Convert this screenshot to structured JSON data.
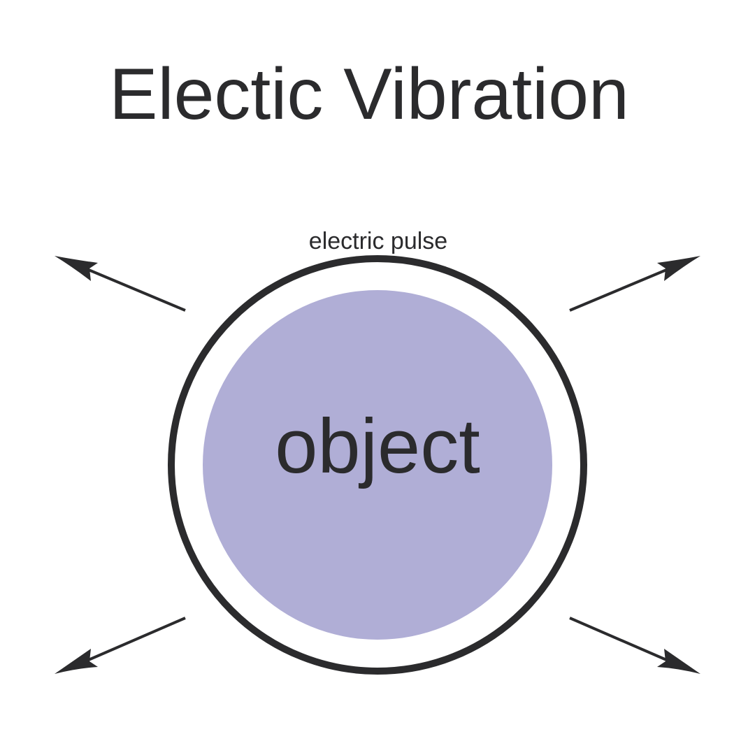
{
  "title": "Electic Vibration",
  "pulse_label": "electric pulse",
  "object_label": "object",
  "colors": {
    "ink": "#2b2b2d",
    "object_fill": "#b0aed6",
    "background": "#ffffff"
  },
  "icons": {
    "arrows": [
      "arrow-up-left-icon",
      "arrow-up-right-icon",
      "arrow-down-left-icon",
      "arrow-down-right-icon"
    ]
  }
}
